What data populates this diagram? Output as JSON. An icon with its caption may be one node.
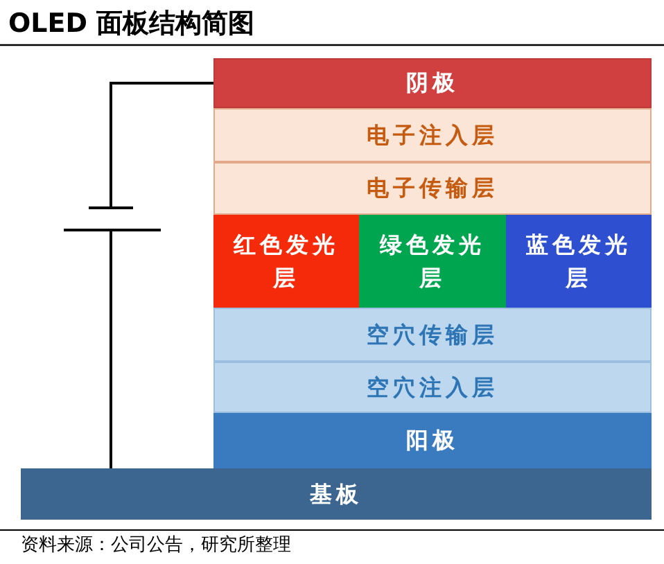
{
  "diagram": {
    "title": "OLED 面板结构简图",
    "caption": "资料来源：公司公告，研究所整理",
    "nodes": [
      {
        "text": [
          "阴极"
        ]
      },
      {
        "text": [
          "电子注入层"
        ]
      },
      {
        "text": [
          "电子传输层"
        ]
      },
      {
        "text": [
          "红色发光层"
        ]
      },
      {
        "text": [
          "绿色发光层"
        ]
      },
      {
        "text": [
          "蓝色发光层"
        ]
      },
      {
        "text": [
          "空穴传输层"
        ]
      },
      {
        "text": [
          "空穴注入层"
        ]
      },
      {
        "text": [
          "阳极"
        ]
      },
      {
        "text": [
          "基板"
        ]
      },
      {
        "text": [],
        "shape": "battery"
      }
    ],
    "edges": [
      {
        "from": 0,
        "to": 10,
        "arrow": "none"
      },
      {
        "from": 10,
        "to": 9,
        "arrow": "none"
      }
    ]
  }
}
